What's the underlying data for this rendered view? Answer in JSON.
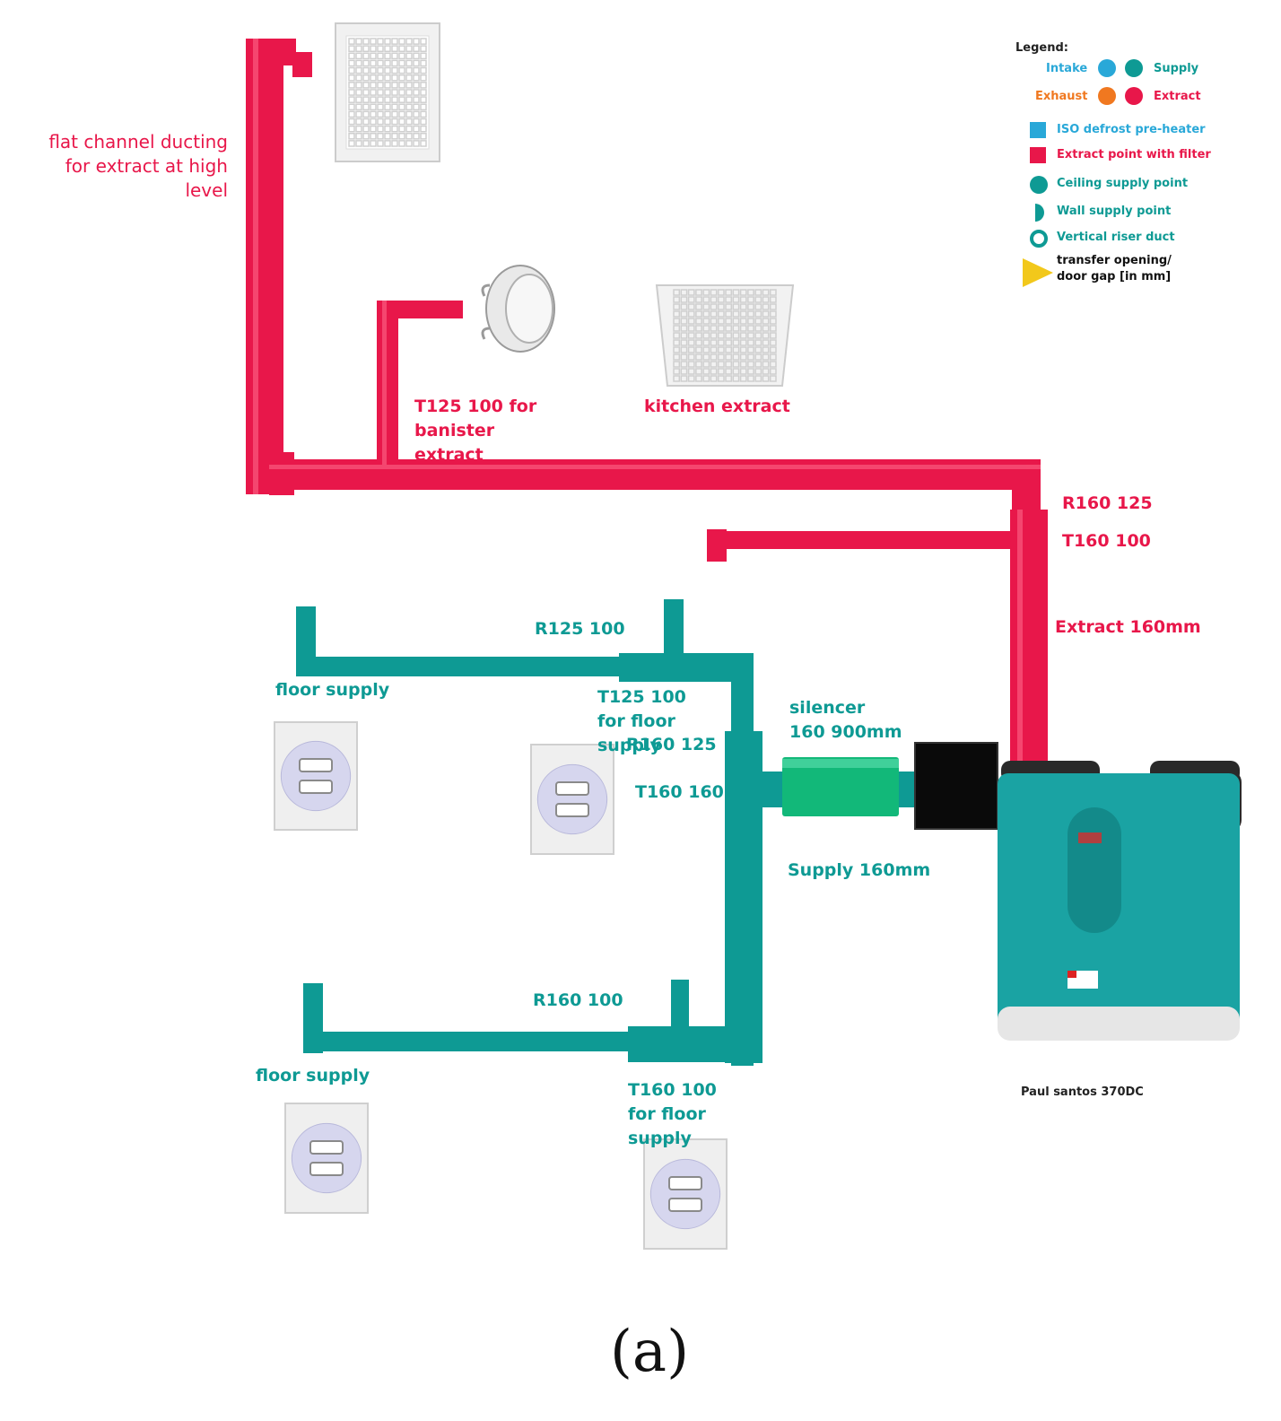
{
  "colors": {
    "extract": "#e8174a",
    "supply": "#0e9a94",
    "intake": "#29a8d8",
    "exhaust": "#f07820",
    "silencer": "#12b879",
    "unit_body": "#1aa3a3",
    "transfer": "#f2c81b"
  },
  "labels": {
    "flat_channel": "flat channel ducting for extract at high level",
    "banister": "T125 100 for banister extract",
    "kitchen": "kitchen extract",
    "r160_125_top": "R160 125",
    "t160_100_top": "T160 100",
    "extract_160": "Extract 160mm",
    "r125_100": "R125 100",
    "floor_supply_1": "floor supply",
    "t125_100_floor": "T125 100 for floor supply",
    "r160_125_mid": "R160 125",
    "t160_160": "T160 160",
    "silencer": "silencer 160 900mm",
    "supply_160": "Supply 160mm",
    "r160_100": "R160 100",
    "floor_supply_2": "floor supply",
    "t160_100_floor": "T160 100 for floor supply",
    "unit_name": "Paul santos 370DC",
    "caption": "(a)"
  },
  "legend": {
    "title": "Legend:",
    "intake": "Intake",
    "supply": "Supply",
    "exhaust": "Exhaust",
    "extract": "Extract",
    "items": [
      {
        "icon": "blue-square-icon",
        "label": "ISO defrost pre-heater"
      },
      {
        "icon": "red-square-icon",
        "label": "Extract point with filter"
      },
      {
        "icon": "green-circle-icon",
        "label": "Ceiling supply point"
      },
      {
        "icon": "half-circle-icon",
        "label": "Wall supply point"
      },
      {
        "icon": "ring-icon",
        "label": "Vertical riser duct"
      },
      {
        "icon": "yellow-arrow-icon",
        "label": "transfer opening/ door gap [in mm]"
      }
    ]
  }
}
